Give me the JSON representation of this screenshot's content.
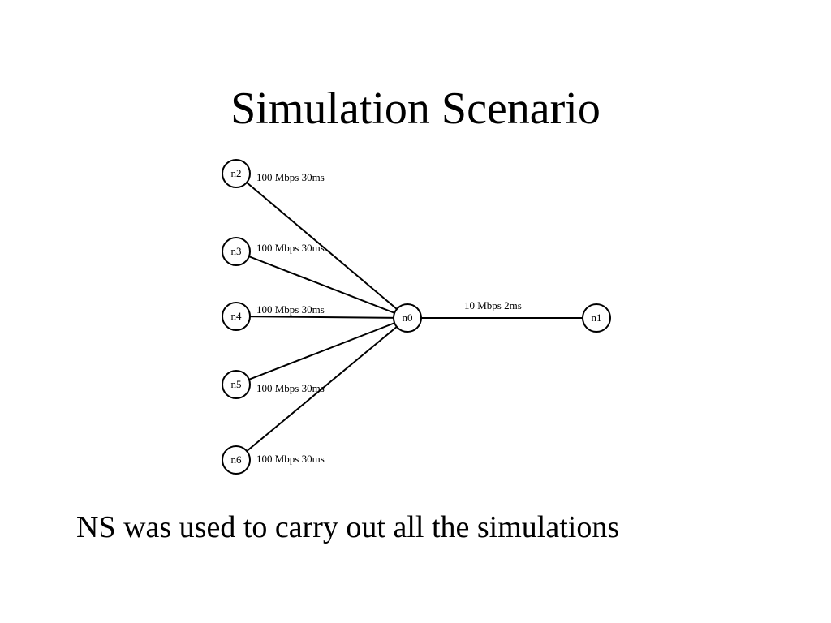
{
  "slide": {
    "title": "Simulation Scenario",
    "caption": "NS was used to carry out all the simulations"
  },
  "diagram": {
    "nodes": [
      {
        "id": "n0",
        "label": "n0"
      },
      {
        "id": "n1",
        "label": "n1"
      },
      {
        "id": "n2",
        "label": "n2"
      },
      {
        "id": "n3",
        "label": "n3"
      },
      {
        "id": "n4",
        "label": "n4"
      },
      {
        "id": "n5",
        "label": "n5"
      },
      {
        "id": "n6",
        "label": "n6"
      }
    ],
    "links": [
      {
        "from": "n2",
        "to": "n0",
        "label": "100 Mbps 30ms"
      },
      {
        "from": "n3",
        "to": "n0",
        "label": "100 Mbps 30ms"
      },
      {
        "from": "n4",
        "to": "n0",
        "label": "100 Mbps 30ms"
      },
      {
        "from": "n5",
        "to": "n0",
        "label": "100 Mbps 30ms"
      },
      {
        "from": "n6",
        "to": "n0",
        "label": "100 Mbps 30ms"
      },
      {
        "from": "n0",
        "to": "n1",
        "label": "10 Mbps 2ms"
      }
    ]
  }
}
